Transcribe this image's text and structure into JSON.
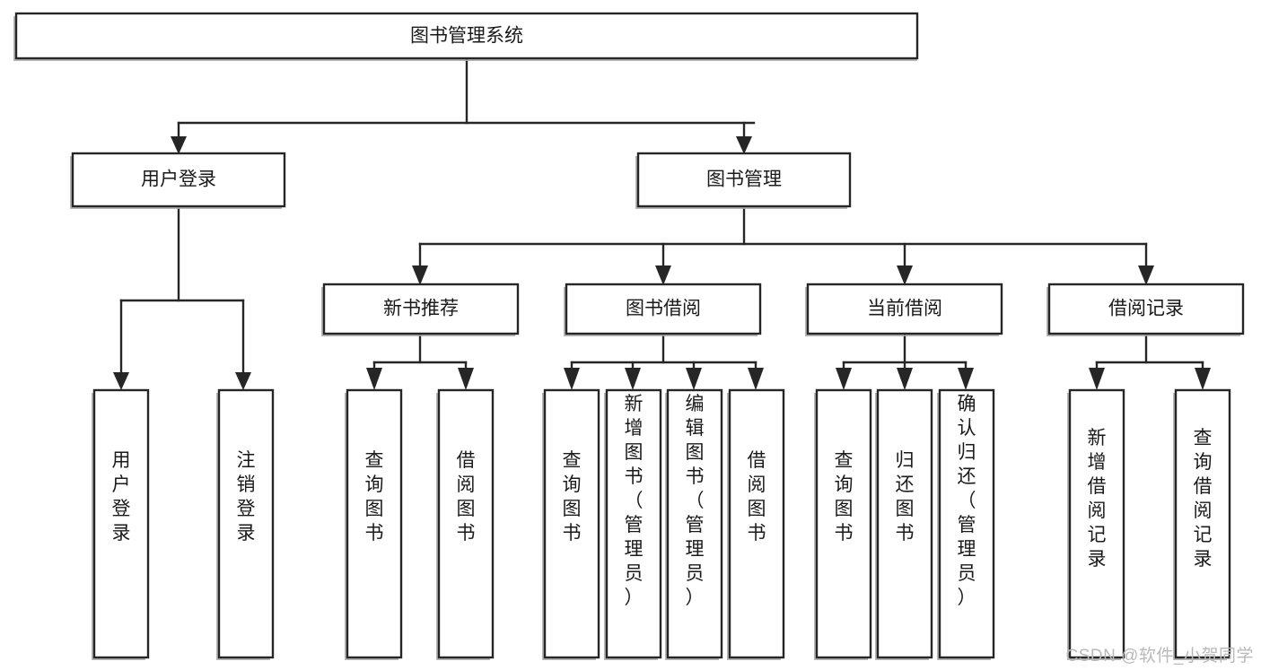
{
  "diagram": {
    "type": "tree",
    "title": "图书管理系统",
    "watermark": "CSDN @软件_小贺同学",
    "colors": {
      "background": "#ffffff",
      "box_fill": "#ffffff",
      "box_stroke": "#262626",
      "shadow": "#a8a8a8",
      "text": "#1a1a1a",
      "watermark": "#b9b9b9"
    },
    "nodes": {
      "root": {
        "label": "图书管理系统",
        "level": 0,
        "orientation": "horizontal"
      },
      "n_user_login": {
        "label": "用户登录",
        "level": 1,
        "orientation": "horizontal"
      },
      "n_book_mgmt": {
        "label": "图书管理",
        "level": 1,
        "orientation": "horizontal"
      },
      "n_new_book": {
        "label": "新书推荐",
        "level": 2,
        "orientation": "horizontal"
      },
      "n_borrow": {
        "label": "图书借阅",
        "level": 2,
        "orientation": "horizontal"
      },
      "n_current": {
        "label": "当前借阅",
        "level": 2,
        "orientation": "horizontal"
      },
      "n_record": {
        "label": "借阅记录",
        "level": 2,
        "orientation": "horizontal"
      },
      "l_user_login": {
        "label": "用户登录",
        "level": 3,
        "orientation": "vertical"
      },
      "l_logout": {
        "label": "注销登录",
        "level": 3,
        "orientation": "vertical"
      },
      "l_query_book_1": {
        "label": "查询图书",
        "level": 3,
        "orientation": "vertical"
      },
      "l_borrow_book_1": {
        "label": "借阅图书",
        "level": 3,
        "orientation": "vertical"
      },
      "l_query_book_2": {
        "label": "查询图书",
        "level": 3,
        "orientation": "vertical"
      },
      "l_add_book": {
        "label": "新增图书（管理员）",
        "level": 3,
        "orientation": "vertical"
      },
      "l_edit_book": {
        "label": "编辑图书（管理员）",
        "level": 3,
        "orientation": "vertical"
      },
      "l_borrow_book_2": {
        "label": "借阅图书",
        "level": 3,
        "orientation": "vertical"
      },
      "l_query_book_3": {
        "label": "查询图书",
        "level": 3,
        "orientation": "vertical"
      },
      "l_return_book": {
        "label": "归还图书",
        "level": 3,
        "orientation": "vertical"
      },
      "l_confirm_return": {
        "label": "确认归还（管理员）",
        "level": 3,
        "orientation": "vertical"
      },
      "l_add_record": {
        "label": "新增借阅记录",
        "level": 3,
        "orientation": "vertical"
      },
      "l_query_record": {
        "label": "查询借阅记录",
        "level": 3,
        "orientation": "vertical"
      }
    },
    "edges": [
      {
        "from": "root",
        "to": "n_user_login"
      },
      {
        "from": "root",
        "to": "n_book_mgmt"
      },
      {
        "from": "n_user_login",
        "to": "l_user_login"
      },
      {
        "from": "n_user_login",
        "to": "l_logout"
      },
      {
        "from": "n_book_mgmt",
        "to": "n_new_book"
      },
      {
        "from": "n_book_mgmt",
        "to": "n_borrow"
      },
      {
        "from": "n_book_mgmt",
        "to": "n_current"
      },
      {
        "from": "n_book_mgmt",
        "to": "n_record"
      },
      {
        "from": "n_new_book",
        "to": "l_query_book_1"
      },
      {
        "from": "n_new_book",
        "to": "l_borrow_book_1"
      },
      {
        "from": "n_borrow",
        "to": "l_query_book_2"
      },
      {
        "from": "n_borrow",
        "to": "l_add_book"
      },
      {
        "from": "n_borrow",
        "to": "l_edit_book"
      },
      {
        "from": "n_borrow",
        "to": "l_borrow_book_2"
      },
      {
        "from": "n_current",
        "to": "l_query_book_3"
      },
      {
        "from": "n_current",
        "to": "l_return_book"
      },
      {
        "from": "n_current",
        "to": "l_confirm_return"
      },
      {
        "from": "n_record",
        "to": "l_add_record"
      },
      {
        "from": "n_record",
        "to": "l_query_record"
      }
    ]
  }
}
